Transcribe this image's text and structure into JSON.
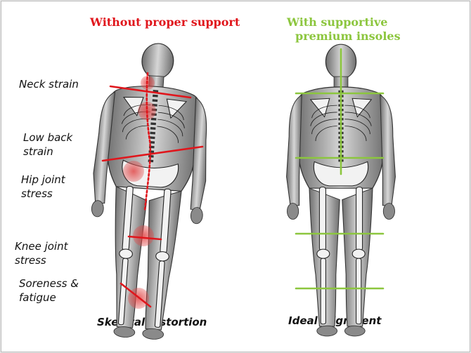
{
  "titles": {
    "left": "Without proper support",
    "right_line1": "With supportive",
    "right_line2": "premium insoles"
  },
  "conditions": [
    {
      "line1": "Neck strain",
      "line2": ""
    },
    {
      "line1": "Low back",
      "line2": "strain"
    },
    {
      "line1": "Hip joint",
      "line2": "stress"
    },
    {
      "line1": "Knee joint",
      "line2": "stress"
    },
    {
      "line1": "Soreness &",
      "line2": "fatigue"
    }
  ],
  "captions": {
    "left": "Skeletal distortion",
    "right": "Ideal alignment"
  },
  "colors": {
    "distortion": "#e0161c",
    "alignment": "#8cc63e",
    "stress_spot": "#e05a5a"
  }
}
